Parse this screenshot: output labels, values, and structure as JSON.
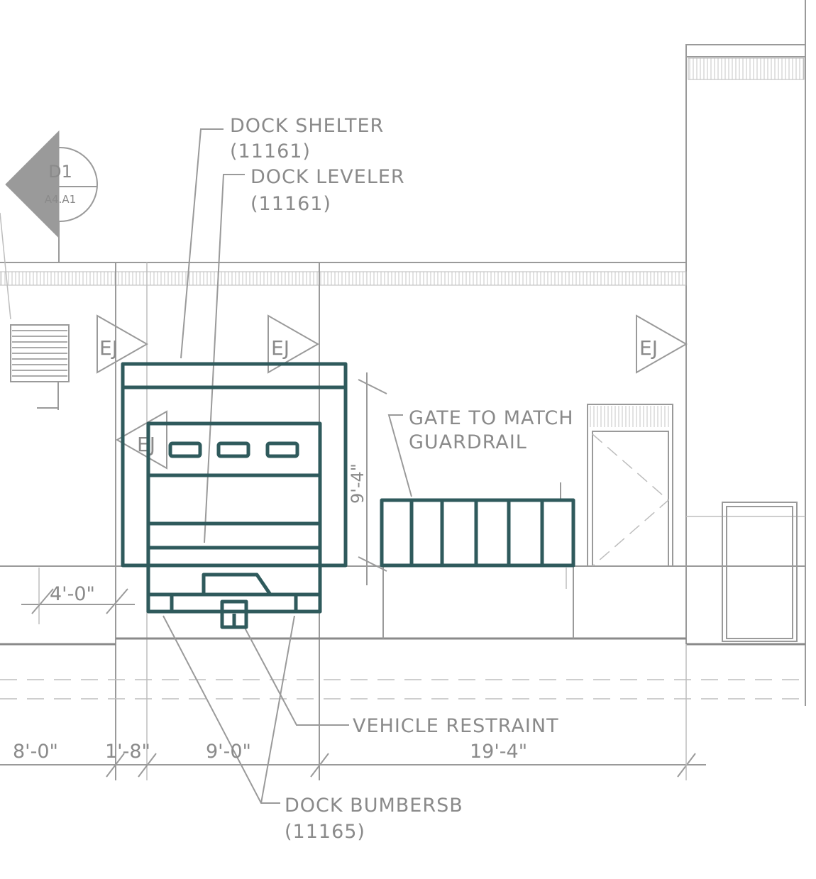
{
  "colors": {
    "accent": "#2f5a5c",
    "linework": "#9a9a9a"
  },
  "section_marker": {
    "top": "D1",
    "bottom": "A4.A1"
  },
  "expansion_joint_label": "EJ",
  "callouts": {
    "dock_shelter": {
      "name": "DOCK SHELTER",
      "code": "(11161)"
    },
    "dock_leveler": {
      "name": "DOCK LEVELER",
      "code": "(11161)"
    },
    "gate": {
      "line1": "GATE TO MATCH",
      "line2": "GUARDRAIL"
    },
    "vehicle_restraint": {
      "name": "VEHICLE RESTRAINT"
    },
    "dock_bumpers": {
      "name": "DOCK BUMBERSB",
      "code": "(11165)"
    }
  },
  "dimensions": {
    "height": "9'-4\"",
    "offset": "4'-0\"",
    "d1": "8'-0\"",
    "d2": "1'-8\"",
    "d3": "9'-0\"",
    "d4": "19'-4\""
  }
}
